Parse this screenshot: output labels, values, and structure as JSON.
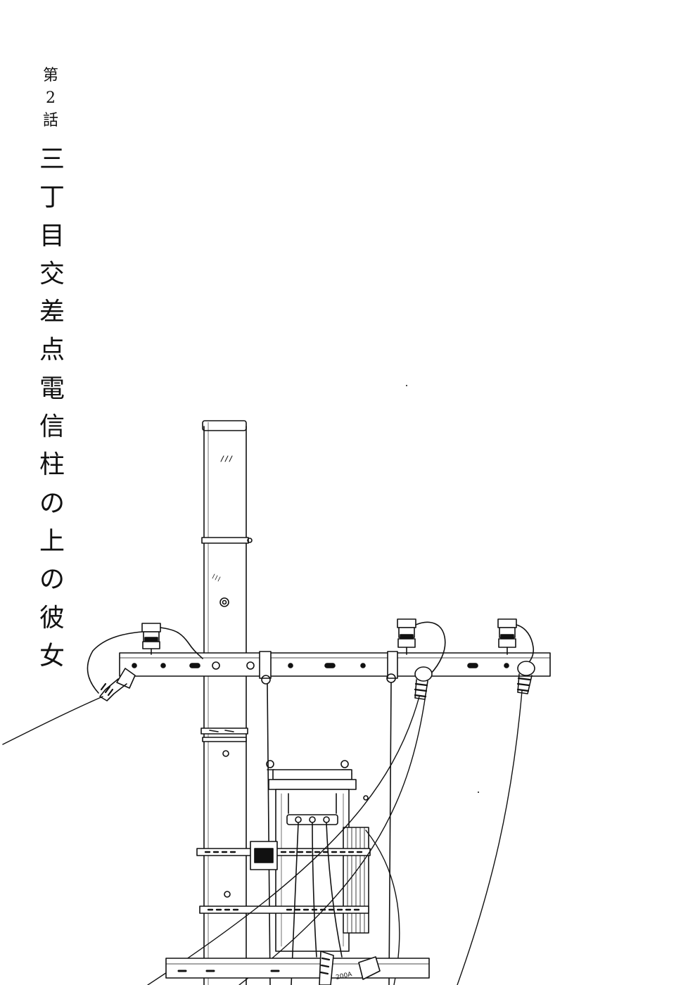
{
  "chapter": {
    "label_chars": [
      "第",
      "2",
      "話"
    ],
    "title_chars": [
      "三",
      "丁",
      "目",
      "交",
      "差",
      "点",
      "電",
      "信",
      "柱",
      "の",
      "上",
      "の",
      "彼",
      "女"
    ]
  },
  "illustration": {
    "subject": "utility-pole-icon",
    "transformer_label": "200A",
    "ink_color": "#111111",
    "paper_color": "#ffffff"
  }
}
